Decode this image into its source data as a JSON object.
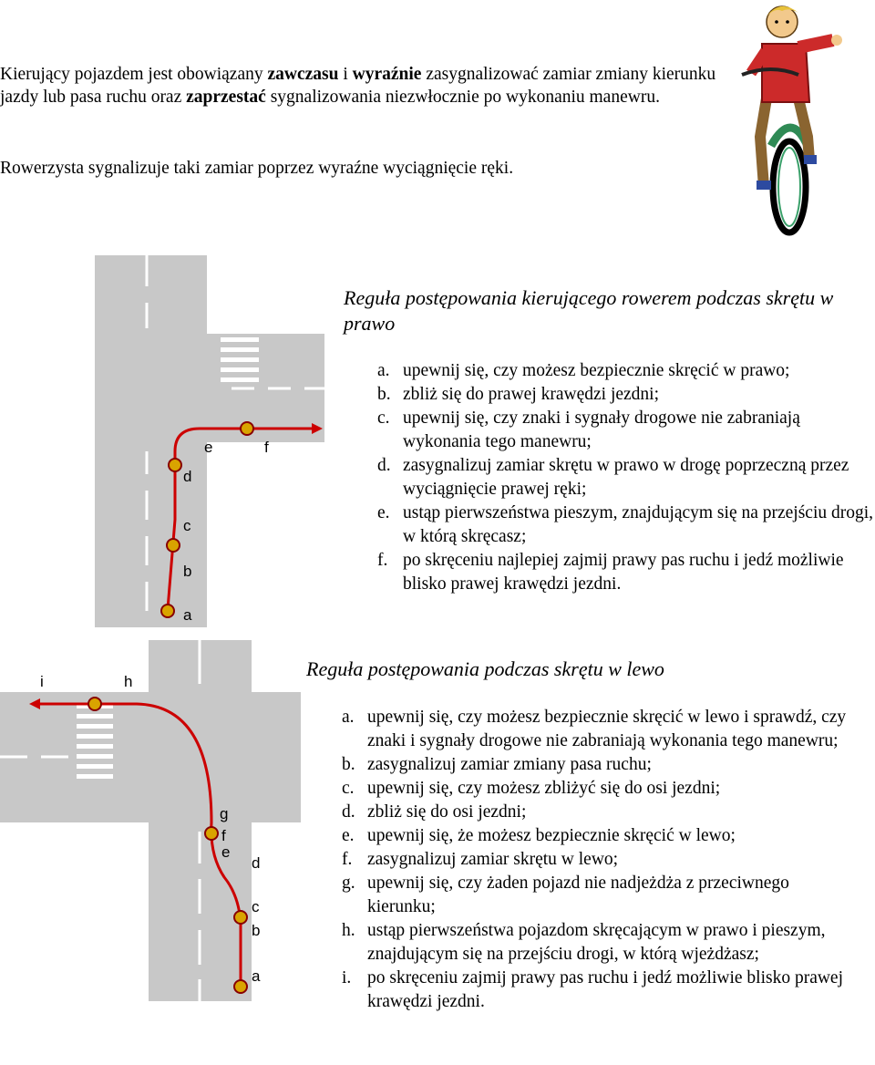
{
  "intro": {
    "p1_a": "Kierujący pojazdem jest obowiązany ",
    "p1_b": "zawczasu",
    "p1_c": " i ",
    "p1_d": "wyraźnie",
    "p1_e": " zasygnalizować zamiar zmiany kierunku jazdy lub pasa ruchu oraz ",
    "p1_f": "zaprzestać",
    "p1_g": " sygnalizowania niezwłocznie po wykonaniu manewru.",
    "p2": "Rowerzysta sygnalizuje taki zamiar poprzez wyraźne wyciągnięcie ręki."
  },
  "right_turn": {
    "title": "Reguła postępowania kierującego rowerem podczas skrętu w prawo",
    "items": [
      {
        "marker": "a.",
        "text": "upewnij się, czy możesz bezpiecznie skręcić w prawo;"
      },
      {
        "marker": "b.",
        "text": "zbliż się do prawej krawędzi jezdni;"
      },
      {
        "marker": "c.",
        "text": "upewnij się, czy znaki i sygnały drogowe nie zabraniają wykonania tego manewru;"
      },
      {
        "marker": "d.",
        "text": "zasygnalizuj zamiar skrętu w prawo w drogę poprzeczną przez wyciągnięcie prawej ręki;"
      },
      {
        "marker": "e.",
        "text": "ustąp pierwszeństwa pieszym, znajdującym się na przejściu drogi, w którą skręcasz;"
      },
      {
        "marker": "f.",
        "text": "po skręceniu najlepiej zajmij prawy pas ruchu i jedź możliwie blisko prawej krawędzi jezdni."
      }
    ],
    "diagram_labels": [
      "a",
      "b",
      "c",
      "d",
      "e",
      "f"
    ]
  },
  "left_turn": {
    "title": "Reguła postępowania podczas skrętu w lewo",
    "items": [
      {
        "marker": "a.",
        "text": "upewnij się, czy możesz bezpiecznie skręcić w lewo i sprawdź, czy znaki i sygnały drogowe nie zabraniają wykonania tego manewru;"
      },
      {
        "marker": "b.",
        "text": "zasygnalizuj zamiar zmiany pasa ruchu;"
      },
      {
        "marker": "c.",
        "text": "upewnij się, czy możesz zbliżyć się do osi jezdni;"
      },
      {
        "marker": "d.",
        "text": "zbliż się do osi jezdni;"
      },
      {
        "marker": "e.",
        "text": "upewnij się, że możesz bezpiecznie skręcić w lewo;"
      },
      {
        "marker": "f.",
        "text": "zasygnalizuj zamiar skrętu w lewo;"
      },
      {
        "marker": "g.",
        "text": "upewnij się, czy żaden pojazd nie nadjeżdża z przeciwnego kierunku;"
      },
      {
        "marker": "h.",
        "text": "ustąp pierwszeństwa pojazdom skręcającym w prawo i pieszym, znajdującym się na przejściu drogi, w którą wjeżdżasz;"
      },
      {
        "marker": "i.",
        "text": "po skręceniu zajmij prawy pas ruchu i jedź możliwie blisko prawej krawędzi jezdni."
      }
    ],
    "diagram_labels": [
      "a",
      "b",
      "c",
      "d",
      "e",
      "f",
      "g",
      "h",
      "i"
    ]
  },
  "colors": {
    "road": "#c8c8c8",
    "marking": "#ffffff",
    "route": "#cc0000"
  },
  "icons": [
    "cyclist-illustration",
    "bicycle-marker-icon"
  ]
}
